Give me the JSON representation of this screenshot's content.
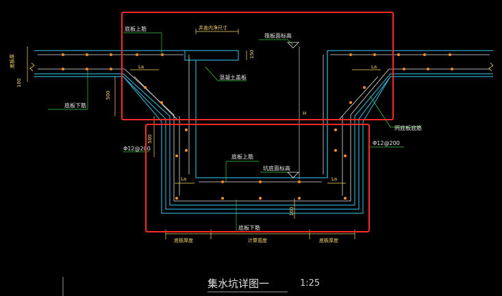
{
  "labels": {
    "top_slab_upper_bar": "底板上筋",
    "top_slab_lower_bar": "底板下筋",
    "pit_inner_width_top": "井盖内净尺寸",
    "slab_top_elevation": "筏板面标高",
    "concrete_cover": "混凝土盖板",
    "pit_bottom_upper_bar": "底板上筋",
    "pit_bottom_elevation": "坑底面标高",
    "pit_bottom_lower_bar": "底板下筋",
    "slab_bottom_bar": "同底板底筋",
    "rebar_spec_left": "Φ12@200",
    "rebar_spec_right": "Φ12@200",
    "slab_thickness_label": "底板厚",
    "la_label": "La",
    "h_label": "H",
    "dim_150": "150",
    "dim_500": "500",
    "dim_100": "100",
    "dim_100_pit": "100",
    "bottom_dim_left": "底板厚度",
    "bottom_dim_center": "计算宽度",
    "bottom_dim_right": "底板厚度"
  },
  "title": "集水坑详图一",
  "scale": "1:25",
  "colors": {
    "background": "#000000",
    "highlight": "#ff2a2a",
    "concrete": "#2ea8c8",
    "rebar": "#e9e9e9",
    "bar_dot": "#ff8c2a",
    "dimension": "#ffd966",
    "leader": "#3ad13a"
  }
}
